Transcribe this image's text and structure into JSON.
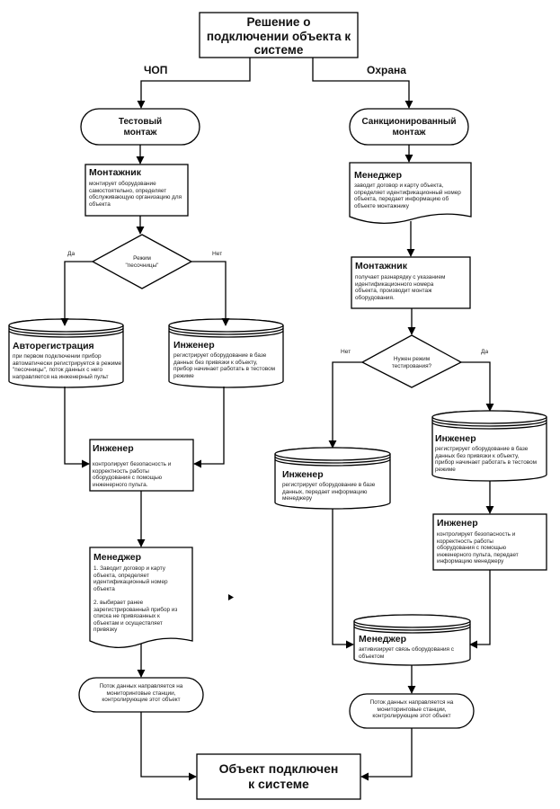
{
  "start": "Решение о\nподключении объекта к\nсистеме",
  "end": "Объект подключен\nк системе",
  "left_branch": "ЧОП",
  "right_branch": "Охрана",
  "left": {
    "test_mount": "Тестовый\nмонтаж",
    "montazhnik": {
      "title": "Монтажник",
      "body": "монтирует оборудование\nсамостоятельно, определяет\nобслуживающую организацию для\nобъекта"
    },
    "decision": "Режим\n\"песочницы\"",
    "yes": "Да",
    "no": "Нет",
    "autoreg": {
      "title": "Авторегистрация",
      "body": "при первом подключении прибор\nавтоматически регистрируется в режиме\n\"песочницы\", поток данных с него\nнаправляется на инженерный пульт"
    },
    "engineer_db": {
      "title": "Инженер",
      "body": "регистрирует оборудование в базе\nданных без привязки к объекту,\nприбор начинает работать в тестовом\nрежиме"
    },
    "engineer_check": {
      "title": "Инженер",
      "body": "контролирует безопасность и\nкорректность работы\nоборудования с помощью\nинженерного пульта."
    },
    "manager": {
      "title": "Менеджер",
      "body": "1. Заводит договор и карту\nобъекта, определяет\nидентификационный номер\nобъекта\n\n2. выбирает ранее\nзарегистрированный прибор из\nсписка не привязанных к\nобъектам и осуществляет\nпривязку"
    },
    "flow": "Поток данных направляется на\nмониторинговые станции,\nконтролирующие этот объект"
  },
  "right": {
    "sanctioned": "Санкционированный\nмонтаж",
    "manager": {
      "title": "Менеджер",
      "body": "заводит договор и карту объекта,\nопределяет идентификационный номер\nобъекта, передает информацию об\nобъекте монтажнику"
    },
    "montazhnik": {
      "title": "Монтажник",
      "body": "получает разнарядку с указанием\nидентификационного номера\nобъекта, производит монтаж\nоборудования."
    },
    "decision": "Нужен режим\nтестирования?",
    "yes": "Да",
    "no": "Нет",
    "engineer_no": {
      "title": "Инженер",
      "body": "регистрирует оборудование в базе\nданных, передает информацию\nменеджеру"
    },
    "engineer_yes": {
      "title": "Инженер",
      "body": "регистрирует оборудование в базе\nданных без привязки к объекту,\nприбор начинает работать в тестовом\nрежиме"
    },
    "engineer_check": {
      "title": "Инженер",
      "body": "контролирует безопасность и\nкорректность работы\nоборудования с помощью\nинженерного пульта, передает\nинформацию менеджеру"
    },
    "manager_db": {
      "title": "Менеджер",
      "body": "активизирует связь оборудования с\nобъектом"
    },
    "flow": "Поток данных направляется на\nмониторинговые станции,\nконтролирующие этот объект"
  }
}
